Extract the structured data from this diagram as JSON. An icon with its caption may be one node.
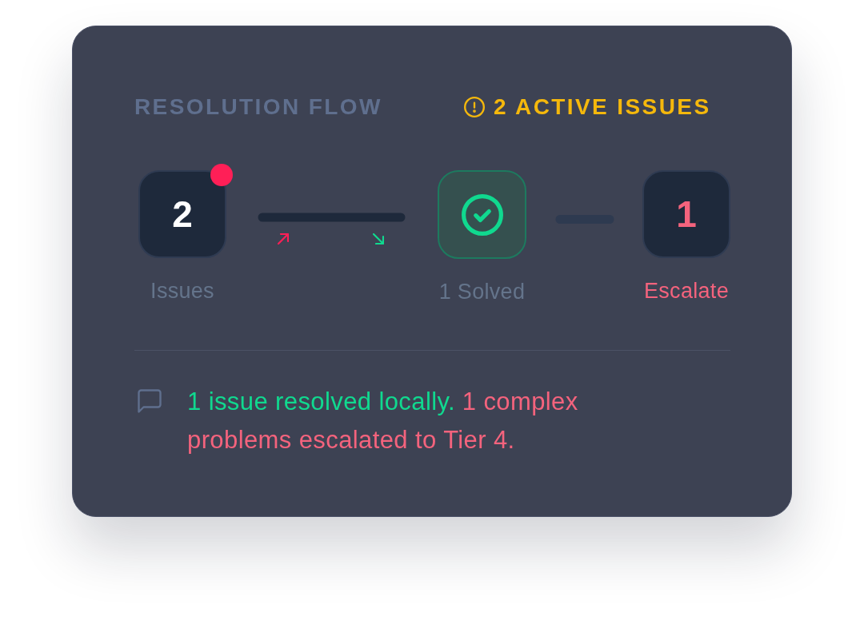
{
  "diagram": {
    "title": "RESOLUTION FLOW",
    "nodes": [
      {
        "text": [
          "2"
        ],
        "beside": [
          "Issues"
        ]
      },
      {
        "text": [],
        "shape": "box",
        "beside": [
          "1 Solved"
        ]
      },
      {
        "text": [
          "1"
        ],
        "beside": [
          "Escalate"
        ]
      }
    ],
    "edges": [
      {
        "from": 0,
        "to": 1,
        "arrow": "none",
        "color": "#1e293b"
      },
      {
        "from": 1,
        "to": 2,
        "arrow": "none",
        "color": "#2e3a50"
      }
    ],
    "labels": [
      "2 ACTIVE ISSUES",
      "1 issue resolved locally.",
      "1 complex problems escalated to Tier 4."
    ]
  }
}
